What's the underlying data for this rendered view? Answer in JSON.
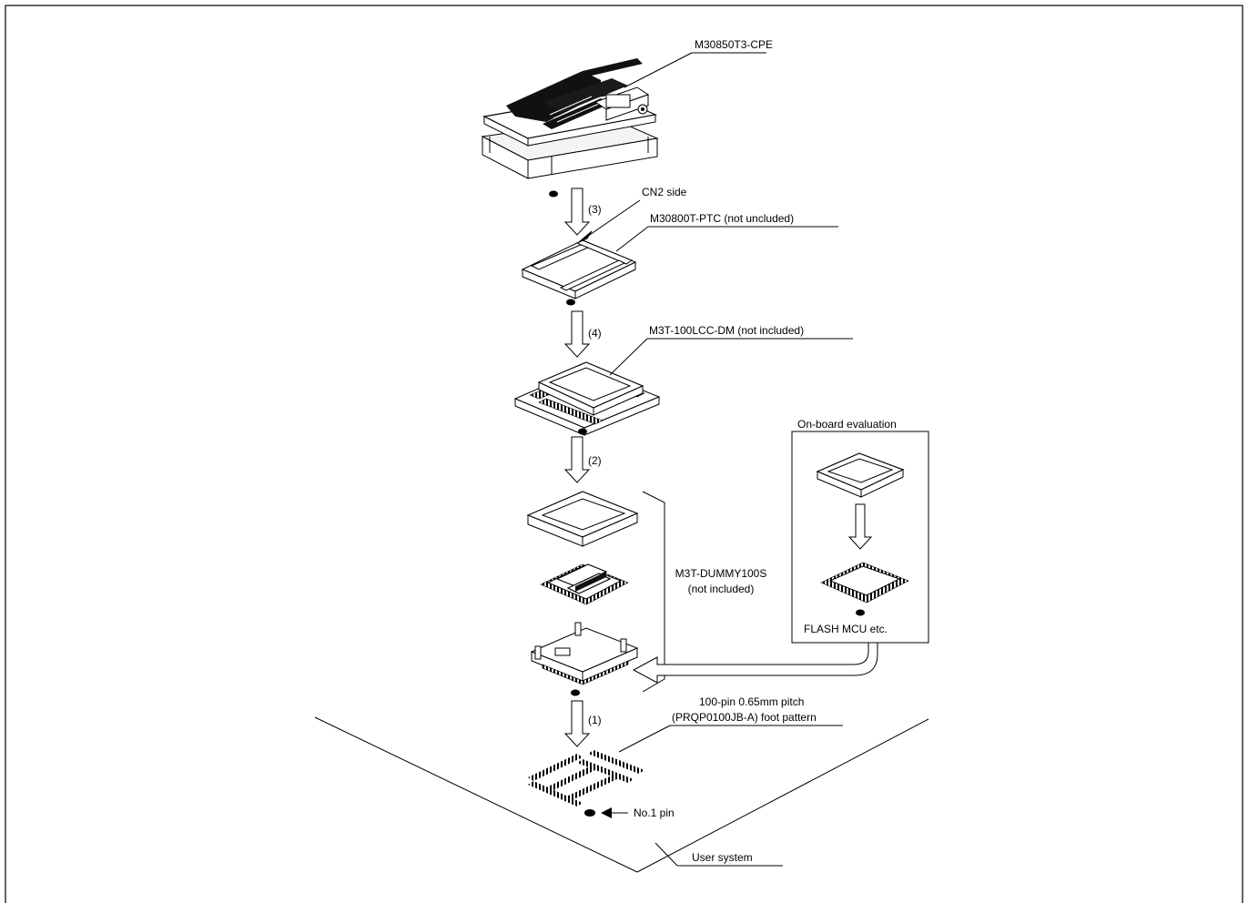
{
  "labels": {
    "emulator": "M30850T3-CPE",
    "cn2_side": "CN2 side",
    "ptc": "M30800T-PTC (not uncluded)",
    "lcc": "M3T-100LCC-DM (not included)",
    "dummy_line1": "M3T-DUMMY100S",
    "dummy_line2": "(not included)",
    "onboard_title": "On-board evaluation",
    "flash_mcu": "FLASH MCU etc.",
    "foot_line1": "100-pin 0.65mm pitch",
    "foot_line2": "(PRQP0100JB-A) foot pattern",
    "no1_pin": "No.1 pin",
    "user_system": "User system"
  },
  "steps": {
    "s3": "(3)",
    "s4": "(4)",
    "s2": "(2)",
    "s1": "(1)"
  },
  "colors": {
    "ink": "#000000",
    "paper": "#ffffff",
    "board_dark": "#111111",
    "board_mid": "#e8e8e8"
  }
}
